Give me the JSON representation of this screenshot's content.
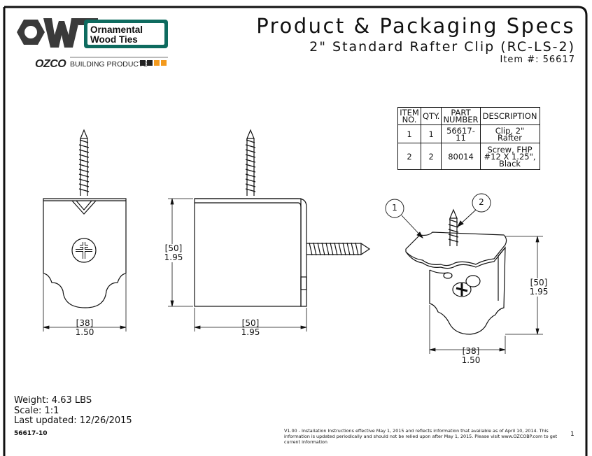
{
  "header": {
    "title": "Product & Packaging Specs",
    "subtitle": "2\" Standard Rafter Clip (RC-LS-2)",
    "item_number": "Item #: 56617"
  },
  "logo": {
    "brand_letters": "OWT",
    "brand_line1": "Ornamental",
    "brand_line2": "Wood Ties",
    "ozco": "OZCO",
    "ozco_tagline": "BUILDING PRODUCTS",
    "brand_color": "#0e6b5f",
    "accent_color": "#f39a1e"
  },
  "bom": {
    "headers": [
      {
        "line1": "ITEM",
        "line2": "NO."
      },
      {
        "line1": "QTY.",
        "line2": ""
      },
      {
        "line1": "PART",
        "line2": "NUMBER"
      },
      {
        "line1": "DESCRIPTION",
        "line2": ""
      }
    ],
    "rows": [
      {
        "item": "1",
        "qty": "1",
        "part": "56617-11",
        "desc1": "Clip, 2\"",
        "desc2": "Rafter",
        "desc3": ""
      },
      {
        "item": "2",
        "qty": "2",
        "part": "80014",
        "desc1": "Screw, FHP",
        "desc2": "#12 X 1.25\",",
        "desc3": "Black"
      }
    ]
  },
  "dimensions": {
    "front_width_mm": "[38]",
    "front_width_in": "1.50",
    "side_width_mm": "[50]",
    "side_width_in": "1.95",
    "side_height_mm": "[50]",
    "side_height_in": "1.95",
    "iso_height_mm": "[50]",
    "iso_height_in": "1.95",
    "iso_width_mm": "[38]",
    "iso_width_in": "1.50"
  },
  "callouts": {
    "balloon1": "1",
    "balloon2": "2"
  },
  "footer": {
    "weight": "Weight: 4.63 LBS",
    "scale": "Scale: 1:1",
    "updated": "Last updated: 12/26/2015",
    "doc_number": "56617-10",
    "disclaimer": "V1.00 - Installation Instructions effective May 1, 2015 and reflects information that available as of April 10, 2014. This information is updated periodically and should not be relied upon after May 1, 2015. Please visit www.OZCOBP.com to get current information",
    "page": "1"
  }
}
